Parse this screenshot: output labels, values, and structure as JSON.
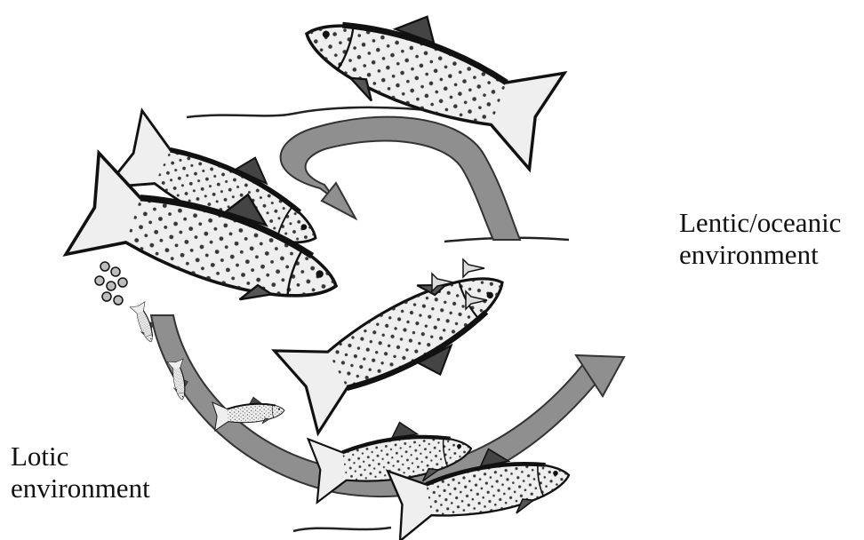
{
  "labels": {
    "lentic_line1": "Lentic/oceanic",
    "lentic_line2": "environment",
    "lotic_line1": "Lotic",
    "lotic_line2": "environment"
  },
  "colors": {
    "background": "#ffffff",
    "ink": "#111111",
    "arrow_fill": "#8f8f8f",
    "fish_body": "#efefef"
  },
  "illustration": {
    "arrows": [
      "upper-curved-arrow",
      "lower-curved-arrow"
    ],
    "fish": [
      "adult-trout-leaping",
      "adult-trout-migrating",
      "spawning-trout-pair",
      "juvenile-trout",
      "young-trout"
    ]
  }
}
